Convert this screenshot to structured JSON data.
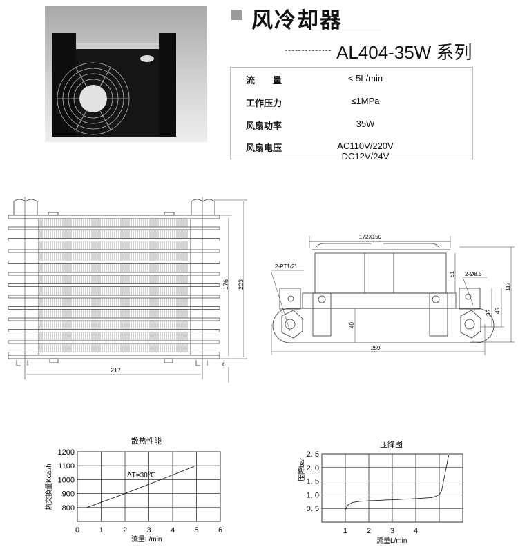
{
  "header": {
    "title": "风冷却器",
    "subtitle": "AL404-35W 系列"
  },
  "specs": [
    {
      "label": "流　　量",
      "value": "< 5L/min"
    },
    {
      "label": "工作压力",
      "value": "≤1MPa"
    },
    {
      "label": "风扇功率",
      "value": "35W"
    },
    {
      "label": "风扇电压",
      "value": "AC110V/220V  DC12V/24V"
    }
  ],
  "front_view": {
    "dim_width": "217",
    "dim_core_height": "176",
    "dim_total_height": "203",
    "dim_foot": "8"
  },
  "side_view": {
    "dim_fan": "172X150",
    "dim_fan_height": "51",
    "dim_total_height": "117",
    "dim_mount_45": "45",
    "dim_mount_35": "35",
    "dim_pipe": "40",
    "dim_length": "259",
    "port_label": "2-PT1/2\"",
    "hole_label": "2-Ø8.5"
  },
  "colors": {
    "ink": "#222222",
    "photo_body": "#141414",
    "title_square": "#9a9a9a"
  },
  "chart_data": [
    {
      "type": "line",
      "title": "散热性能",
      "xlabel": "流量L/min",
      "ylabel": "热交换量Kcal/h",
      "xlim": [
        0,
        6
      ],
      "ylim": [
        700,
        1200
      ],
      "xticks": [
        0,
        1,
        2,
        3,
        4,
        5,
        6
      ],
      "yticks": [
        800,
        900,
        1000,
        1100,
        1200
      ],
      "grid": true,
      "annotation": "ΔT=30℃",
      "series": [
        {
          "name": "ΔT=30℃",
          "x": [
            0.4,
            2.0,
            3.5,
            4.9
          ],
          "y": [
            800,
            900,
            1000,
            1095
          ]
        }
      ]
    },
    {
      "type": "line",
      "title": "压降图",
      "xlabel": "流量L/min",
      "ylabel": "压降bar",
      "xlim": [
        0,
        6
      ],
      "ylim": [
        0,
        2.5
      ],
      "xticks": [
        1,
        2,
        3,
        4
      ],
      "yticks": [
        0.5,
        1.0,
        1.5,
        2.0,
        2.5
      ],
      "grid": true,
      "series": [
        {
          "name": "pressure drop",
          "x": [
            1.0,
            1.1,
            1.3,
            1.6,
            2.0,
            3.0,
            4.0,
            4.7,
            5.0,
            5.1,
            5.4
          ],
          "y": [
            0.45,
            0.62,
            0.72,
            0.76,
            0.78,
            0.82,
            0.86,
            0.9,
            1.0,
            1.15,
            2.45
          ]
        }
      ]
    }
  ]
}
